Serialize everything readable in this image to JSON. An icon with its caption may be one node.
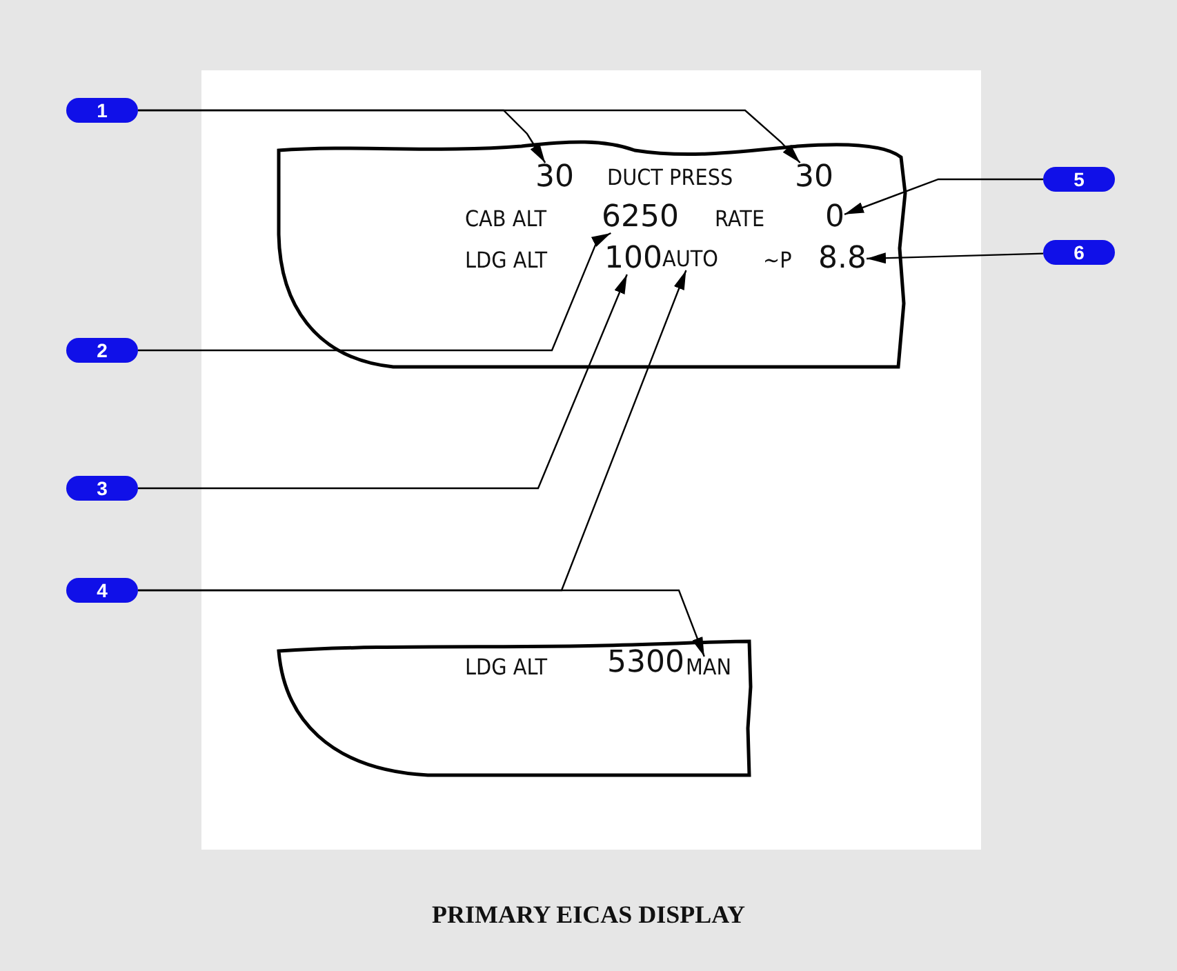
{
  "diagram": {
    "caption": "PRIMARY EICAS DISPLAY",
    "nodes": [
      {
        "text": [
          "1"
        ]
      },
      {
        "text": [
          "5"
        ]
      },
      {
        "text": [
          "6"
        ]
      },
      {
        "text": [
          "2"
        ]
      },
      {
        "text": [
          "3"
        ]
      },
      {
        "text": [
          "4"
        ]
      },
      {
        "text": [],
        "shape": "box"
      },
      {
        "text": [
          "30"
        ],
        "in": 6
      },
      {
        "text": [
          "30"
        ],
        "in": 6
      },
      {
        "text": [
          "6250"
        ],
        "in": 6
      },
      {
        "text": [
          "0"
        ],
        "in": 6
      },
      {
        "text": [
          "100"
        ],
        "in": 6
      },
      {
        "text": [
          "AUTO"
        ],
        "in": 6
      },
      {
        "text": [
          "8.8"
        ],
        "in": 6
      },
      {
        "text": [],
        "shape": "box"
      },
      {
        "text": [
          "MAN"
        ],
        "in": 14
      }
    ],
    "edges": [
      {
        "from": 0,
        "to": 7,
        "arrow": "to"
      },
      {
        "from": 0,
        "to": 8,
        "arrow": "to"
      },
      {
        "from": 1,
        "to": 10,
        "arrow": "to"
      },
      {
        "from": 2,
        "to": 13,
        "arrow": "to"
      },
      {
        "from": 3,
        "to": 9,
        "arrow": "to"
      },
      {
        "from": 4,
        "to": 11,
        "arrow": "to"
      },
      {
        "from": 5,
        "to": 12,
        "arrow": "to"
      },
      {
        "from": 5,
        "to": 15,
        "arrow": "to"
      }
    ],
    "labels": [
      "DUCT PRESS",
      "CAB ALT",
      "RATE",
      "LDG ALT",
      "~P",
      "LDG ALT",
      "5300"
    ]
  }
}
